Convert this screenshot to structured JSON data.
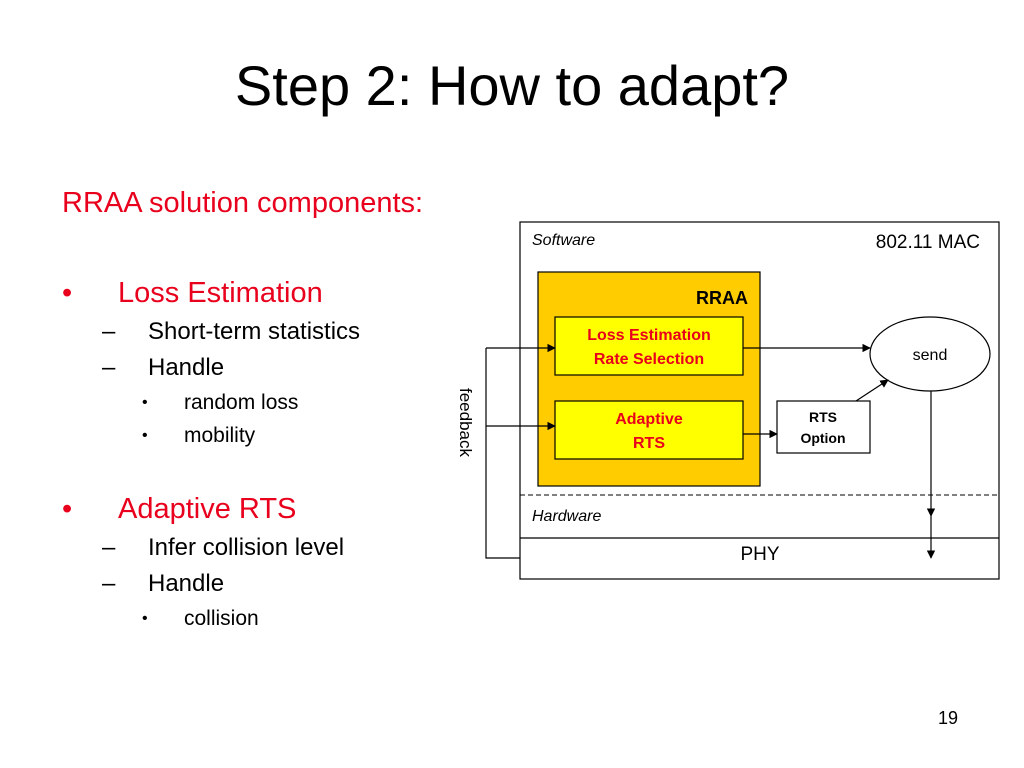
{
  "slide": {
    "title": "Step 2: How to adapt?",
    "page_number": "19"
  },
  "bullets": {
    "heading": "RRAA solution components:",
    "bullet_marker": "•",
    "dash_marker": "–",
    "sub_marker": "•",
    "items": [
      {
        "label": "Loss Estimation",
        "subitems": [
          {
            "label": "Short-term statistics"
          },
          {
            "label": "Handle",
            "points": [
              "random loss",
              "mobility"
            ]
          }
        ]
      },
      {
        "label": "Adaptive RTS",
        "subitems": [
          {
            "label": "Infer collision level"
          },
          {
            "label": "Handle",
            "points": [
              "collision"
            ]
          }
        ]
      }
    ]
  },
  "diagram": {
    "software_label": "Software",
    "mac_label": "802.11 MAC",
    "rraa_label": "RRAA",
    "loss_box_line1": "Loss Estimation",
    "loss_box_line2": "Rate Selection",
    "adaptive_box_line1": "Adaptive",
    "adaptive_box_line2": "RTS",
    "rts_option_line1": "RTS",
    "rts_option_line2": "Option",
    "send_label": "send",
    "hardware_label": "Hardware",
    "phy_label": "PHY",
    "feedback_label": "feedback",
    "colors": {
      "rraa_fill": "#ffcc00",
      "inner_box_fill": "#ffff00",
      "accent_red": "#e8001c",
      "outline": "#000000"
    }
  }
}
